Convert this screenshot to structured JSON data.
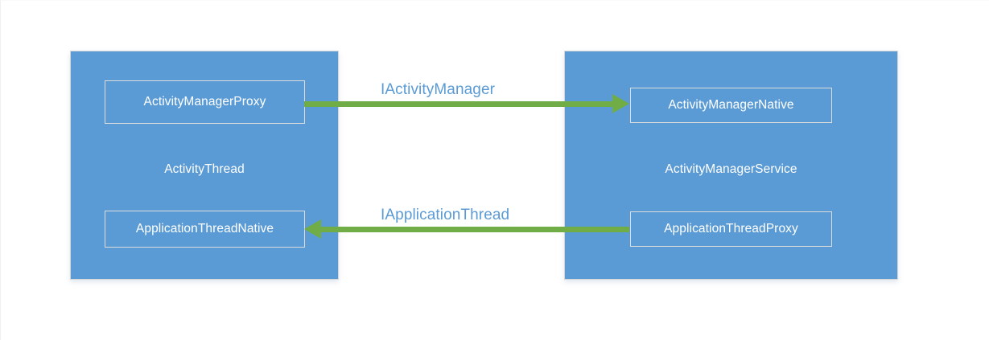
{
  "diagram": {
    "title": "Android ActivityThread / ActivityManagerService Binder IPC",
    "colors": {
      "panel_fill": "#5B9BD5",
      "panel_border": "#D6D6D6",
      "box_border": "#DCDCDC",
      "box_text": "#FFFFFF",
      "arrow": "#70AD47",
      "arrow_label": "#5B9BD5",
      "background": "#FFFFFF"
    },
    "panels": [
      {
        "id": "activity-thread",
        "caption": "ActivityThread",
        "boxes": [
          {
            "id": "activity-manager-proxy",
            "label": "ActivityManagerProxy"
          },
          {
            "id": "application-thread-native",
            "label": "ApplicationThreadNative"
          }
        ]
      },
      {
        "id": "activity-manager-service",
        "caption": "ActivityManagerService",
        "boxes": [
          {
            "id": "activity-manager-native",
            "label": "ActivityManagerNative"
          },
          {
            "id": "application-thread-proxy",
            "label": "ApplicationThreadProxy"
          }
        ]
      }
    ],
    "arrows": [
      {
        "id": "iactivitymanager",
        "label": "IActivityManager",
        "direction": "right",
        "from": "ActivityManagerProxy",
        "to": "ActivityManagerNative"
      },
      {
        "id": "iapplicationthread",
        "label": "IApplicationThread",
        "direction": "left",
        "from": "ApplicationThreadProxy",
        "to": "ApplicationThreadNative"
      }
    ]
  }
}
